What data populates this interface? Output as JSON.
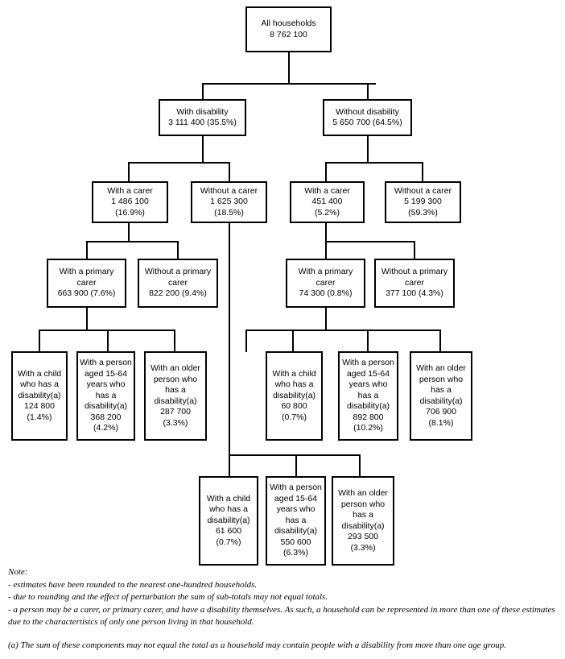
{
  "diagram": {
    "type": "tree",
    "title_node": "All households",
    "nodes": {
      "root": {
        "label": "All households",
        "value": "8 762 100",
        "pct": ""
      },
      "with_disability": {
        "label": "With disability",
        "value": "3 111 400 (35.5%)",
        "pct": "35.5%"
      },
      "without_disability": {
        "label": "Without disability",
        "value": "5 650 700 (64.5%)",
        "pct": "64.5%"
      },
      "wd_with_carer": {
        "label": "With a carer",
        "value": "1 486 100",
        "pct": "(16.9%)"
      },
      "wd_without_carer": {
        "label": "Without a carer",
        "value": "1 625 300",
        "pct": "(18.5%)"
      },
      "nd_with_carer": {
        "label": "With a carer",
        "value": "451 400",
        "pct": "(5.2%)"
      },
      "nd_without_carer": {
        "label": "Without a carer",
        "value": "5 199 300",
        "pct": "(59.3%)"
      },
      "wd_with_primary": {
        "l1": "With a primary",
        "l2": "carer",
        "value": "663 900 (7.6%)"
      },
      "wd_without_primary": {
        "l1": "Without a primary",
        "l2": "carer",
        "value": "822 200 (9.4%)"
      },
      "nd_with_primary": {
        "l1": "With a primary",
        "l2": "carer",
        "value": "74 300 (0.8%)"
      },
      "nd_without_primary": {
        "l1": "Without a primary",
        "l2": "carer",
        "value": "377 100 (4.3%)"
      },
      "leafA1": {
        "text": "With a child who has a disability(a)",
        "value": "124 800",
        "pct": "(1.4%)"
      },
      "leafA2": {
        "text": "With a person aged 15-64 years who has a disability(a)",
        "value": "368 200",
        "pct": "(4.2%)"
      },
      "leafA3": {
        "text": "With an older person who has a disability(a)",
        "value": "287 700",
        "pct": "(3.3%)"
      },
      "leafB1": {
        "text": "With a child who has a disability(a)",
        "value": "60 800",
        "pct": "(0.7%)"
      },
      "leafB2": {
        "text": "With a person aged 15-64 years who has a disability(a)",
        "value": "892 800",
        "pct": "(10.2%)"
      },
      "leafB3": {
        "text": "With an older person who has a disability(a)",
        "value": "706 900",
        "pct": "(8.1%)"
      },
      "leafC1": {
        "text": "With a child who has a disability(a)",
        "value": "61 600",
        "pct": "(0.7%)"
      },
      "leafC2": {
        "text": "With a person aged 15-64 years who has a disability(a)",
        "value": "550 600",
        "pct": "(6.3%)"
      },
      "leafC3": {
        "text": "With an older person who has a disability(a)",
        "value": "293 500",
        "pct": "(3.3%)"
      }
    }
  },
  "notes": {
    "heading": "Note:",
    "line1": "- estimates have been rounded to the nearest one-hundred households.",
    "line2": "- due to rounding and the effect of perturbation the sum of sub-totals may not equal totals.",
    "line3": "- a person may be a carer, or primary carer, and have a disability themselves. As such, a household can be represented in more than one of these estimates due to the charactertistcs of only one person living in that household.",
    "footnote_a": "(a) The sum of these components may not equal the total as a household may contain people with a disability from more than one age group."
  }
}
